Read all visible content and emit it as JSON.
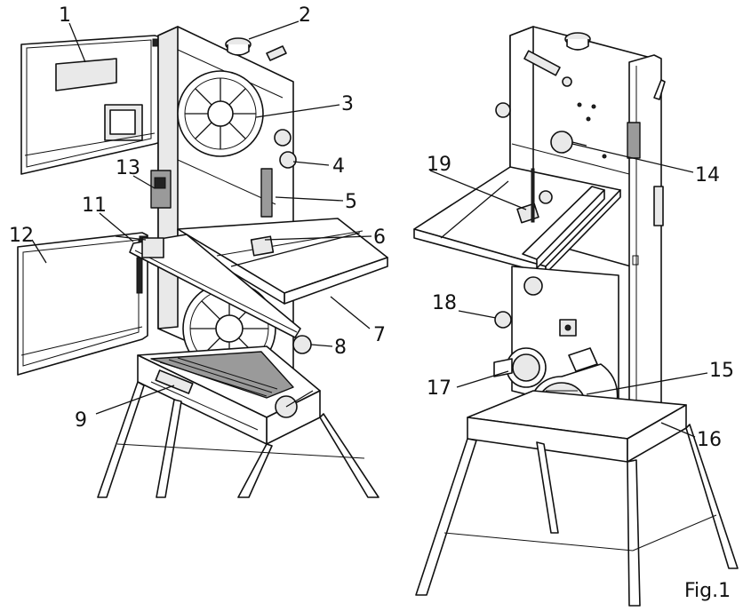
{
  "figure_caption": "Fig.1",
  "callouts": [
    {
      "id": "1",
      "label": "1"
    },
    {
      "id": "2",
      "label": "2"
    },
    {
      "id": "3",
      "label": "3"
    },
    {
      "id": "4",
      "label": "4"
    },
    {
      "id": "5",
      "label": "5"
    },
    {
      "id": "6",
      "label": "6"
    },
    {
      "id": "7",
      "label": "7"
    },
    {
      "id": "8",
      "label": "8"
    },
    {
      "id": "9",
      "label": "9"
    },
    {
      "id": "11",
      "label": "11"
    },
    {
      "id": "12",
      "label": "12"
    },
    {
      "id": "13",
      "label": "13"
    },
    {
      "id": "14",
      "label": "14"
    },
    {
      "id": "15",
      "label": "15"
    },
    {
      "id": "16",
      "label": "16"
    },
    {
      "id": "17",
      "label": "17"
    },
    {
      "id": "18",
      "label": "18"
    },
    {
      "id": "19",
      "label": "19"
    }
  ]
}
